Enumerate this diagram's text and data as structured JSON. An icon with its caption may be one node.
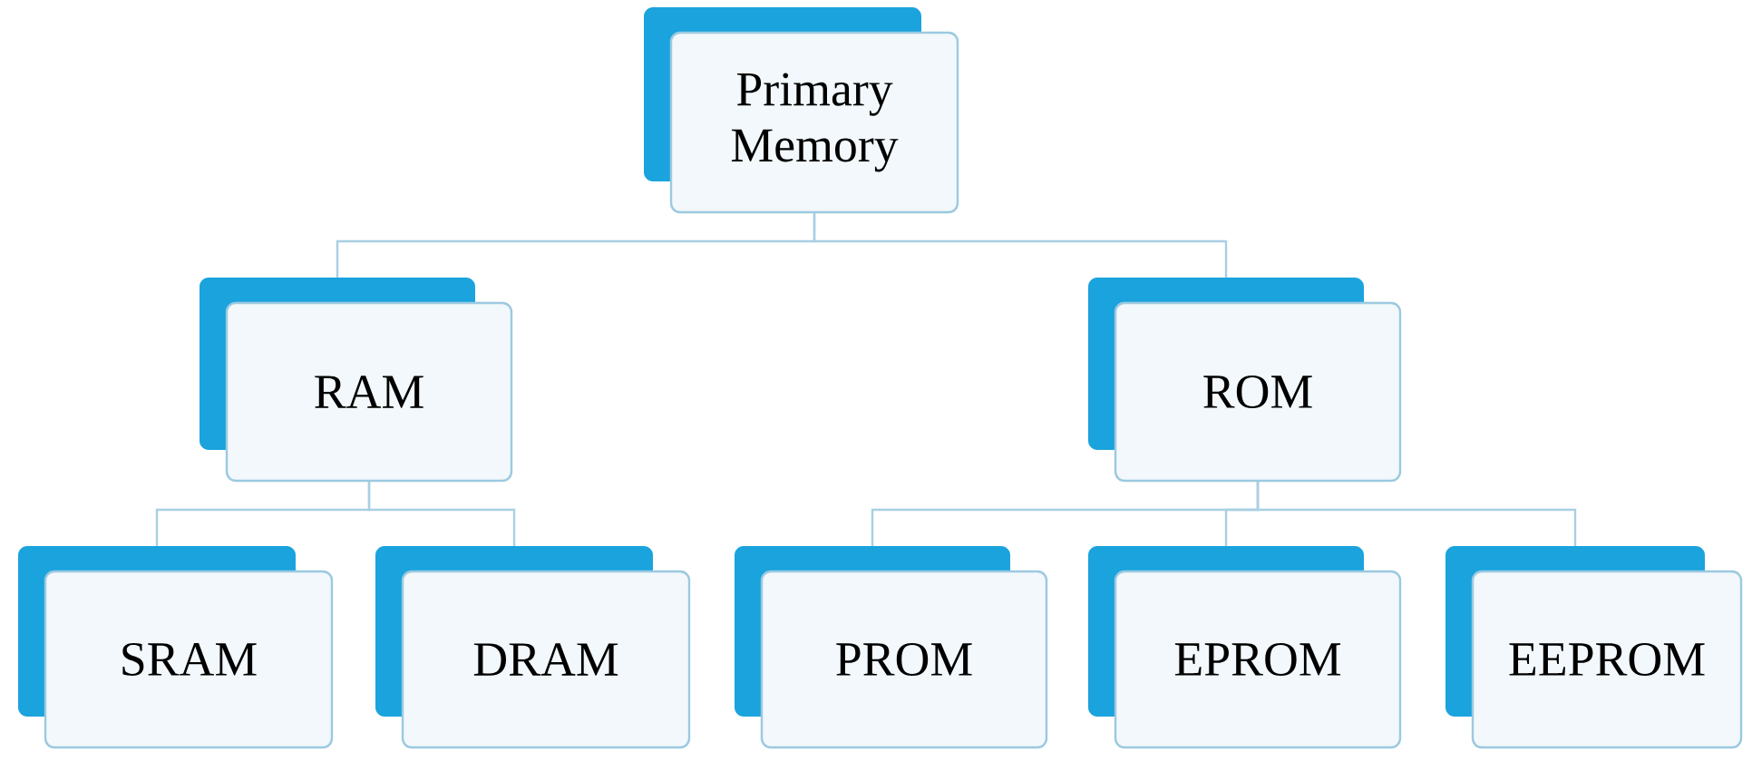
{
  "diagram": {
    "nodes": [
      {
        "text": [
          "Primary Memory"
        ]
      },
      {
        "text": [
          "RAM"
        ]
      },
      {
        "text": [
          "ROM"
        ]
      },
      {
        "text": [
          "SRAM"
        ]
      },
      {
        "text": [
          "DRAM"
        ]
      },
      {
        "text": [
          "PROM"
        ]
      },
      {
        "text": [
          "EPROM"
        ]
      },
      {
        "text": [
          "EEPROM"
        ]
      }
    ],
    "edges": [
      {
        "from": 0,
        "to": 1,
        "arrow": "none"
      },
      {
        "from": 0,
        "to": 2,
        "arrow": "none"
      },
      {
        "from": 1,
        "to": 3,
        "arrow": "none"
      },
      {
        "from": 1,
        "to": 4,
        "arrow": "none"
      },
      {
        "from": 2,
        "to": 5,
        "arrow": "none"
      },
      {
        "from": 2,
        "to": 6,
        "arrow": "none"
      },
      {
        "from": 2,
        "to": 7,
        "arrow": "none"
      }
    ]
  }
}
